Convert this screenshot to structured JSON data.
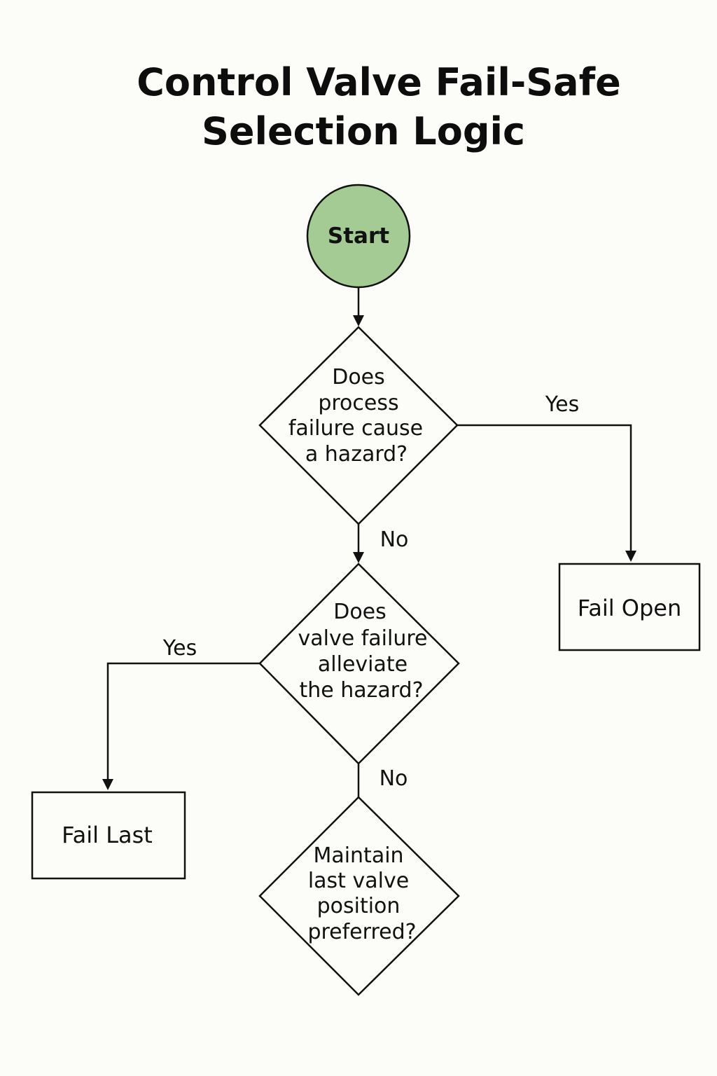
{
  "title": {
    "line1": "Control Valve Fail-Safe",
    "line2": "Selection Logic"
  },
  "colors": {
    "start_fill": "#a3cb93",
    "line": "#111111",
    "background": "#fcfcf8"
  },
  "nodes": {
    "start": {
      "label": "Start"
    },
    "decision_process_hazard": {
      "lines": [
        "Does",
        "process",
        "failure cause",
        "a hazard?"
      ]
    },
    "decision_valve_alleviate": {
      "lines": [
        "Does",
        "valve failure",
        "alleviate",
        "the hazard?"
      ]
    },
    "decision_maintain_last": {
      "lines": [
        "Maintain",
        "last valve",
        "position",
        "preferred?"
      ]
    },
    "result_fail_open": {
      "label": "Fail Open"
    },
    "result_fail_last": {
      "label": "Fail Last"
    }
  },
  "edges": {
    "process_hazard_yes": {
      "label": "Yes"
    },
    "process_hazard_no": {
      "label": "No"
    },
    "valve_alleviate_yes": {
      "label": "Yes"
    },
    "valve_alleviate_no": {
      "label": "No"
    }
  }
}
